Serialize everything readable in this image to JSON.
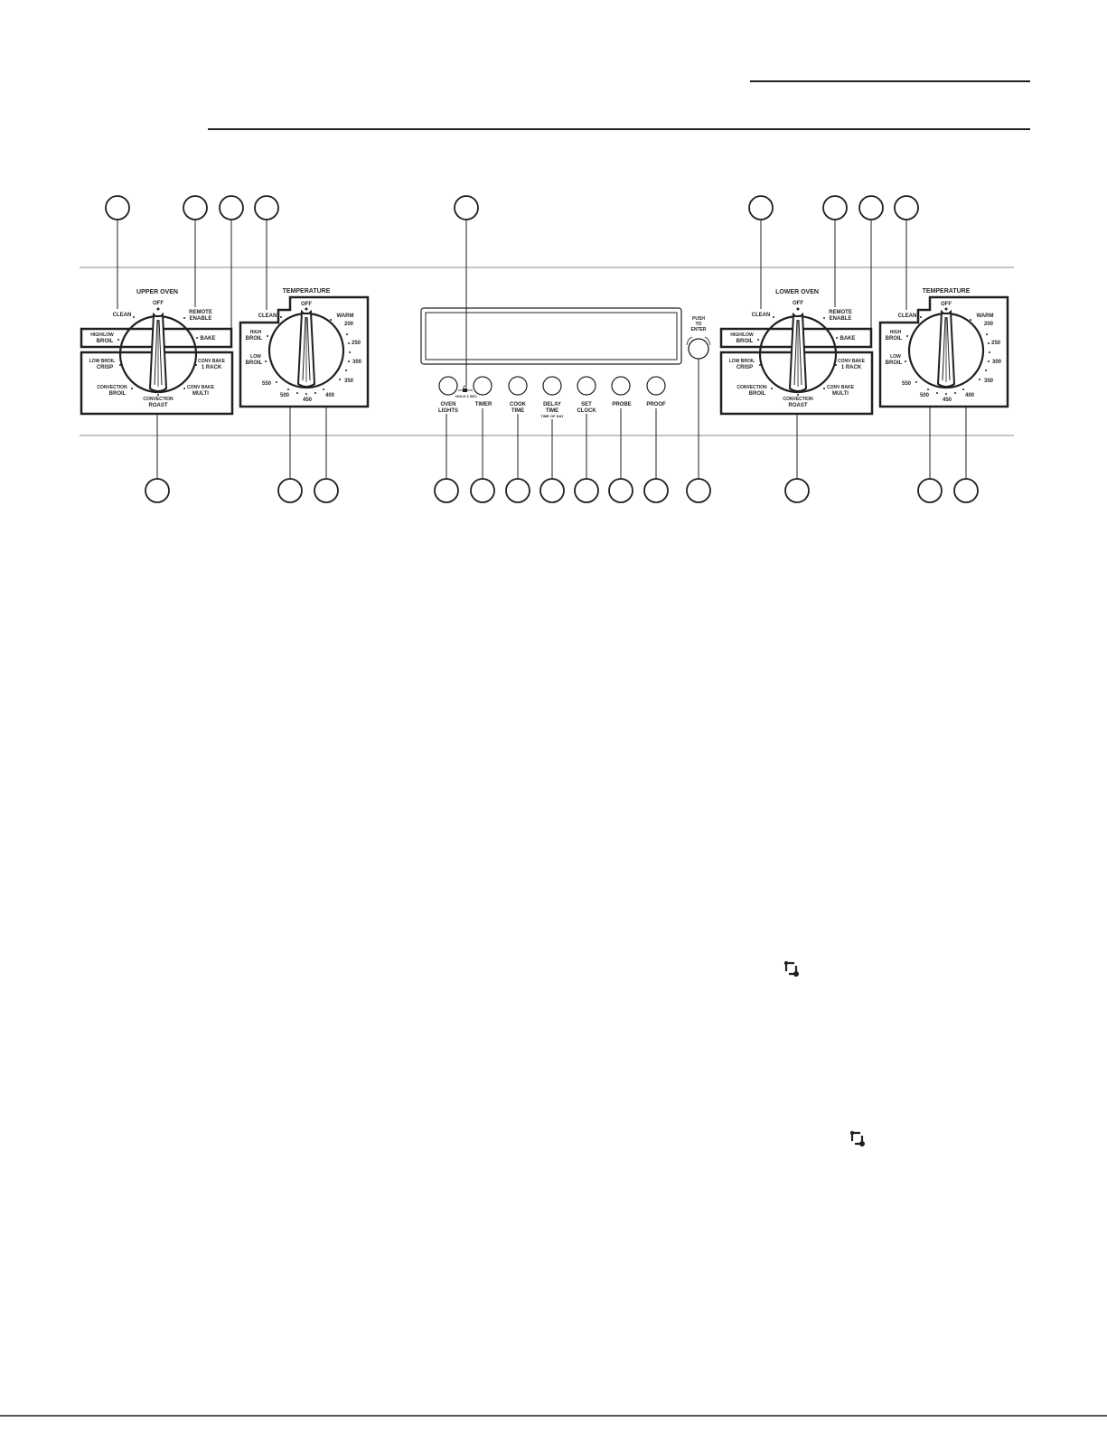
{
  "mode_dial": {
    "upper_title": "UPPER OVEN",
    "lower_title": "LOWER OVEN",
    "off": "OFF",
    "clean": "CLEAN",
    "remote_1": "REMOTE",
    "remote_2": "ENABLE",
    "hl_broil_1": "HIGH/LOW",
    "hl_broil_2": "BROIL",
    "bake": "BAKE",
    "low_broil_1": "LOW BROIL",
    "low_broil_2": "CRISP",
    "conv_bake1_1": "CONV BAKE",
    "conv_bake1_2": "1 RACK",
    "conv_broil_1": "CONVECTION",
    "conv_broil_2": "BROIL",
    "conv_multi_1": "CONV BAKE",
    "conv_multi_2": "MULTI",
    "conv_roast_1": "CONVECTION",
    "conv_roast_2": "ROAST"
  },
  "temp_dial": {
    "title": "TEMPERATURE",
    "off": "OFF",
    "clean": "CLEAN",
    "warm": "WARM",
    "high_1": "HIGH",
    "high_2": "BROIL",
    "low_1": "LOW",
    "low_2": "BROIL",
    "t200": "200",
    "t250": "250",
    "t300": "300",
    "t350": "350",
    "t400": "400",
    "t450": "450",
    "t500": "500",
    "t550": "550"
  },
  "controls": {
    "oven_lights_1": "OVEN",
    "oven_lights_2": "LIGHTS",
    "hold": "HOLD 3 SEC",
    "timer": "TIMER",
    "cook_time_1": "COOK",
    "cook_time_2": "TIME",
    "delay_time_1": "DELAY",
    "delay_time_2": "TIME",
    "delay_time_3": "TIME OF DAY",
    "set_clock_1": "SET",
    "set_clock_2": "CLOCK",
    "probe": "PROBE",
    "proof": "PROOF",
    "push_1": "PUSH",
    "push_2": "TO",
    "push_3": "ENTER"
  },
  "icons": {
    "callout": "empty-callout-circle",
    "remote_symbol": "remote-connect-icon",
    "lock": "lock-icon"
  }
}
